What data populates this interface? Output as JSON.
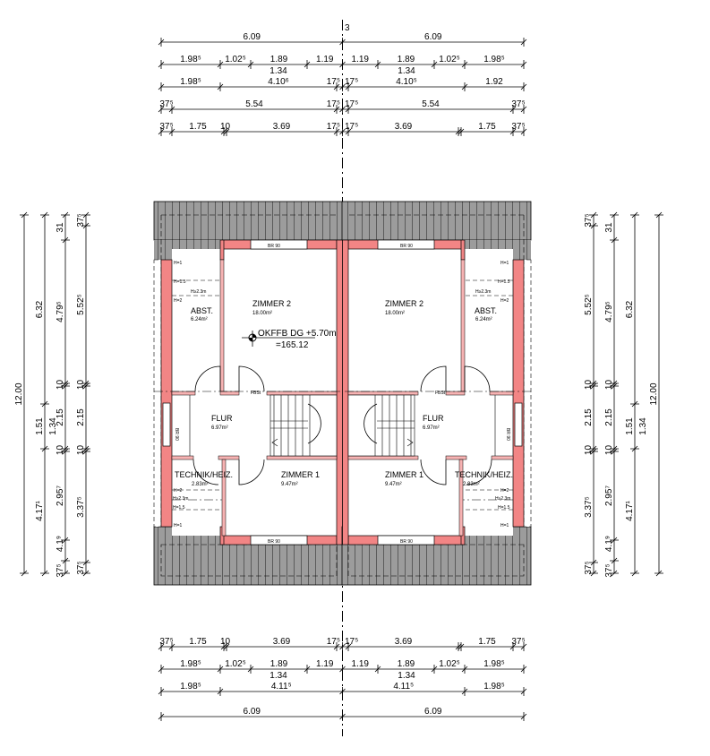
{
  "colors": {
    "wall": "#f28585",
    "roof": "#9c9c9c",
    "line": "#000000"
  },
  "dimensions": {
    "top": [
      [
        "6.09",
        "6.09"
      ],
      [
        "1.98⁵",
        "1.02⁵",
        "1.89",
        "1.19",
        "1.19",
        "1.89",
        "1.02⁵",
        "1.98⁵"
      ],
      [
        "1.98⁵",
        "4.10⁶",
        "17⁵",
        "17⁵",
        "4.10⁵",
        "1.92"
      ],
      [
        "37⁵",
        "5.54",
        "17⁵",
        "17⁵",
        "5.54",
        "37⁵"
      ],
      [
        "37⁵",
        "1.75",
        "10",
        "3.69",
        "17⁵",
        "17⁵",
        "3.69",
        "1.75",
        "37⁵"
      ]
    ],
    "top_sub": [
      "1.34",
      "1.34"
    ],
    "bottom": [
      [
        "37⁵",
        "1.75",
        "10",
        "3.69",
        "17⁵",
        "17⁵",
        "3.69",
        "1.75",
        "37⁵"
      ],
      [
        "1.98⁵",
        "1.02⁵",
        "1.89",
        "1.19",
        "1.19",
        "1.89",
        "1.02⁵",
        "1.98⁵"
      ],
      [
        "1.98⁵",
        "4.11⁵",
        "4.11⁵",
        "1.98⁵"
      ],
      [
        "6.09",
        "6.09"
      ]
    ],
    "bottom_sub": [
      "1.34",
      "1.34"
    ],
    "left": [
      [
        "12.00"
      ],
      [
        "6.32",
        "1.51",
        "4.17¹"
      ],
      [
        "31",
        "4.79⁵",
        "10",
        "2.15",
        "10",
        "2.95⁷",
        "4.1⁹",
        "37⁵"
      ],
      [
        "37⁵",
        "5.52⁵",
        "10",
        "2.15",
        "10",
        "3.37⁵",
        "37⁵"
      ]
    ],
    "left_sub": "1.34",
    "right": [
      [
        "37⁵",
        "5.52⁵",
        "10",
        "2.15",
        "10",
        "3.37⁵",
        "37⁵"
      ],
      [
        "31",
        "4.79⁵",
        "10",
        "2.15",
        "10",
        "2.95⁷",
        "4.1⁹",
        "37⁵"
      ],
      [
        "6.32",
        "1.51",
        "4.17¹"
      ],
      [
        "12.00"
      ]
    ],
    "right_sub": "1.34",
    "axis_mark": "3"
  },
  "rooms": {
    "left": [
      {
        "name": "ZIMMER 2",
        "area": "18.00m²"
      },
      {
        "name": "ABST.",
        "area": "6.24m²"
      },
      {
        "name": "FLUR",
        "area": "6.97m²"
      },
      {
        "name": "ZIMMER 1",
        "area": "9.47m²"
      },
      {
        "name": "TECHNIK/HEIZ.",
        "area": "2.83m²"
      }
    ],
    "right": [
      {
        "name": "ZIMMER 2",
        "area": "18.00m²"
      },
      {
        "name": "ABST.",
        "area": "6.24m²"
      },
      {
        "name": "FLUR",
        "area": "6.97m²"
      },
      {
        "name": "ZIMMER 1",
        "area": "9.47m²"
      },
      {
        "name": "TECHNIK/HEIZ.",
        "area": "2.83m²"
      }
    ]
  },
  "level": {
    "label": "OKFFB DG +5.70m",
    "value": "=165.12"
  },
  "annotations": {
    "h1": "H=1",
    "h15": "H=1.5",
    "h2": "H=2",
    "h23": "H≥2.3m",
    "window": "BR 90",
    "door_left": "FBSt",
    "door_right": "FBSt",
    "side_window": "BR 90"
  }
}
